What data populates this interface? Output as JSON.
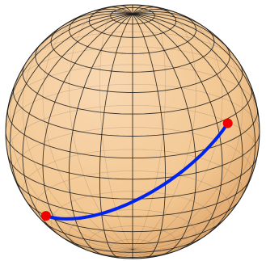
{
  "colors": {
    "background": "#ffffff",
    "sphere_fill": "#f5cc9c",
    "sphere_shade": "#dba56e",
    "grid_line": "#1a1a1a",
    "path": "#0022ee",
    "endpoint": "#ee0000"
  },
  "sphere": {
    "pole_visible": "north",
    "parallels_deg": [
      -80,
      -70,
      -60,
      -50,
      -40,
      -30,
      -20,
      -10,
      0,
      10,
      20,
      30,
      40,
      50,
      60,
      70,
      80
    ],
    "meridian_step_deg": 15
  },
  "path": {
    "type": "great-circle-arc",
    "start": {
      "name": "start-point"
    },
    "end": {
      "name": "end-point"
    }
  }
}
